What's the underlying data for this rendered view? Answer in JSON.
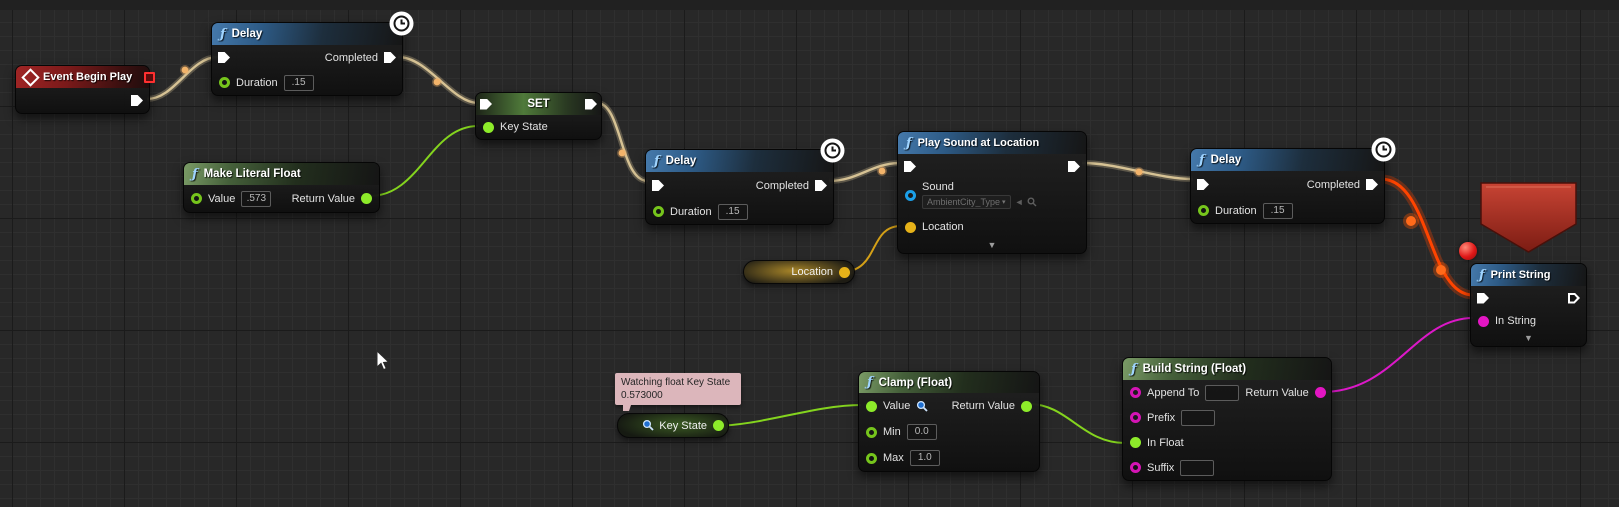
{
  "graph": {
    "background": "#282828",
    "grid_minor": "#2f2f2f",
    "grid_major": "#1b1b1b"
  },
  "colors": {
    "exec_wire": "#d6c294",
    "exec_wire_active": "#ff4400",
    "float_pin": "#8deb2a",
    "string_pin": "#e316c3",
    "vector_pin": "#e6b219",
    "object_pin": "#1b9fe8",
    "event_header": "#8c1f1f",
    "function_header": "#3a70a0",
    "pure_function_header": "#5a7a4a",
    "breakpoint": "#e01818",
    "debug_arrow": "#b03326"
  },
  "nodes": {
    "event_begin_play": {
      "title": "Event Begin Play"
    },
    "delay_1": {
      "title": "Delay",
      "completed_label": "Completed",
      "duration_label": "Duration",
      "duration_value": ".15"
    },
    "set_key_state": {
      "title": "SET",
      "key_state_label": "Key State"
    },
    "make_literal_float": {
      "title": "Make Literal Float",
      "value_label": "Value",
      "value": ".573",
      "return_label": "Return Value"
    },
    "delay_2": {
      "title": "Delay",
      "completed_label": "Completed",
      "duration_label": "Duration",
      "duration_value": ".15"
    },
    "play_sound_at_location": {
      "title": "Play Sound at Location",
      "sound_label": "Sound",
      "sound_asset": "AmbientCity_Type",
      "location_label": "Location"
    },
    "delay_3": {
      "title": "Delay",
      "completed_label": "Completed",
      "duration_label": "Duration",
      "duration_value": ".15"
    },
    "print_string": {
      "title": "Print String",
      "in_string_label": "In String"
    },
    "clamp_float": {
      "title": "Clamp (Float)",
      "value_label": "Value",
      "min_label": "Min",
      "min_value": "0.0",
      "max_label": "Max",
      "max_value": "1.0",
      "return_label": "Return Value"
    },
    "build_string_float": {
      "title": "Build String (Float)",
      "append_to_label": "Append To",
      "prefix_label": "Prefix",
      "in_float_label": "In Float",
      "suffix_label": "Suffix",
      "return_label": "Return Value"
    },
    "location_variable": {
      "label": "Location"
    },
    "key_state_variable": {
      "label": "Key State"
    }
  },
  "watch_tooltip": {
    "line1": "Watching float Key State",
    "line2": "0.573000"
  },
  "glyphs": {
    "chevron_down": "▼",
    "combo_caret": "▾",
    "back_arrow": "◄"
  }
}
